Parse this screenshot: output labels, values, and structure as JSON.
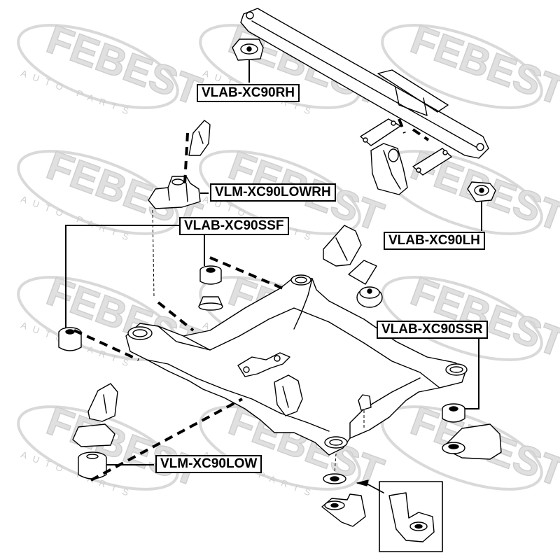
{
  "watermark": {
    "brand": "FEBEST",
    "tagline": "AUTO PARTS"
  },
  "labels": {
    "vlab_xc90rh": "VLAB-XC90RH",
    "vlm_xc90lowrh": "VLM-XC90LOWRH",
    "vlab_xc90ssf": "VLAB-XC90SSF",
    "vlab_xc90lh": "VLAB-XC90LH",
    "vlab_xc90ssr": "VLAB-XC90SSR",
    "vlm_xc90low": "VLM-XC90LOW"
  },
  "colors": {
    "line": "#000000",
    "watermark": "#d6d6d6",
    "part_fill": "#ffffff"
  }
}
